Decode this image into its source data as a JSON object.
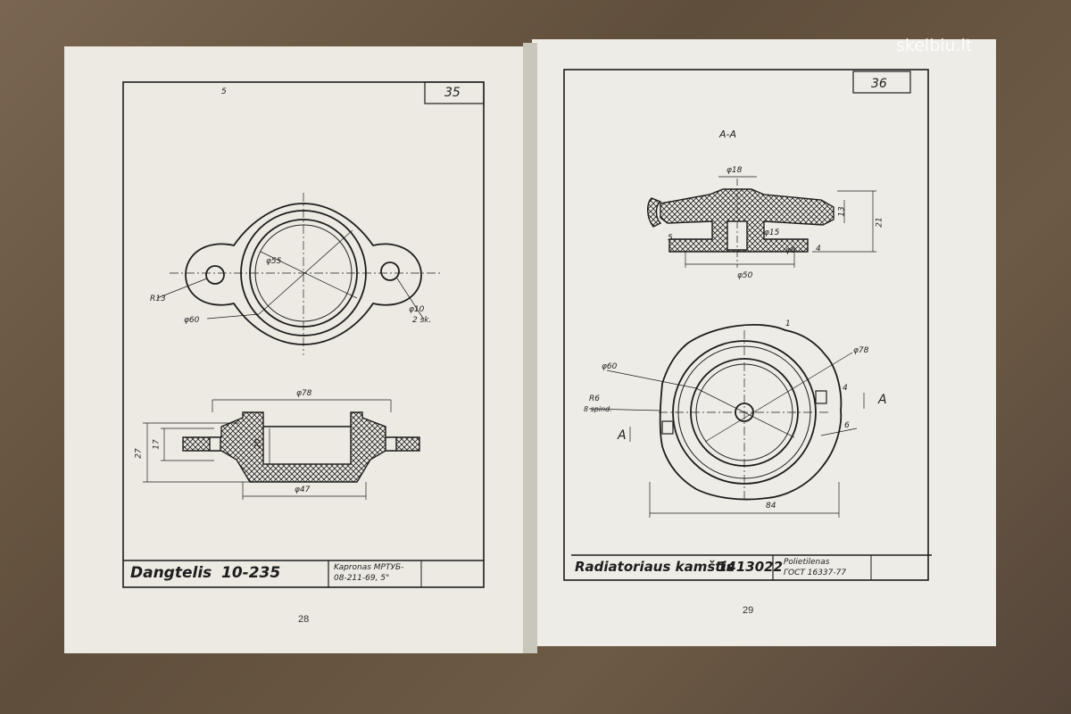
{
  "watermark": "skelbiu.lt",
  "left_page": {
    "sheet_number": "35",
    "corner_mark": "5",
    "page_number": "28",
    "title": "Dangtelis",
    "part_code": "10-235",
    "material_line1": "Kapronas MPTУБ-",
    "material_line2": "08-211-69, 5\"",
    "plan_view": {
      "dims": [
        "R13",
        "φ60",
        "φ55",
        "φ10",
        "2 sk."
      ]
    },
    "section_view": {
      "dims": [
        "φ78",
        "27",
        "17",
        "20",
        "φ47"
      ]
    }
  },
  "right_page": {
    "sheet_number": "36",
    "page_number": "29",
    "title": "Radiatoriaus kamštis",
    "part_code": "1413022",
    "material_line1": "Polietilenas",
    "material_line2": "ГОСТ 16337-77",
    "section_label": "A-A",
    "section_view": {
      "dims": [
        "φ18",
        "φ15",
        "φ50",
        "φ6",
        "13",
        "21",
        "4",
        "5"
      ]
    },
    "plan_view": {
      "dims": [
        "φ60",
        "φ78",
        "R6",
        "8 spind.",
        "84",
        "A",
        "A",
        "1",
        "4",
        "6"
      ]
    }
  },
  "colors": {
    "paper": "#eceae2",
    "ink": "#1d1d1d",
    "cardboard": "#6e5b46"
  }
}
